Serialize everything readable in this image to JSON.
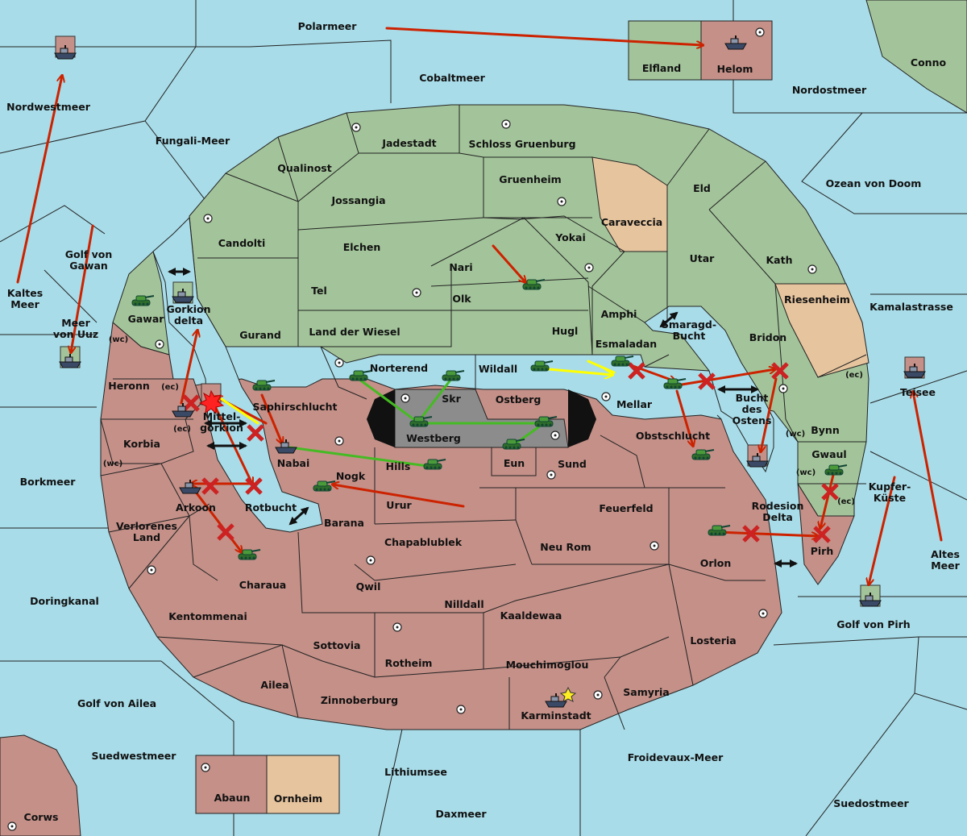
{
  "colors": {
    "sea": "#a8dce8",
    "green_power": "#a3c49a",
    "red_power": "#c49088",
    "tan_power": "#e6c49e",
    "gray_power": "#8c8c8c",
    "move_red": "#cc2200",
    "move_green": "#44bb22",
    "move_yellow": "#ffff00",
    "dislodged_x": "#cc2222"
  },
  "icons": [
    "army-tank-icon",
    "fleet-ship-icon",
    "supply-center-icon",
    "failed-order-x-icon",
    "convoy-arrow-icon",
    "star-icon",
    "explosion-icon"
  ],
  "territories": {
    "polarmeer": "Polarmeer",
    "cobaltmeer": "Cobaltmeer",
    "nordostmeer": "Nordostmeer",
    "conno": "Conno",
    "elfland": "Elfland",
    "helom": "Helom",
    "nordwestmeer": "Nordwestmeer",
    "fungali_meer": "Fungali-Meer",
    "ozean_von_doom": "Ozean von Doom",
    "kamalastrasse": "Kamalastrasse",
    "kaltes_meer": "Kaltes\nMeer",
    "golf_von_gawan": "Golf von\nGawan",
    "meer_von_uuz": "Meer\nvon Uuz",
    "jadestadt": "Jadestadt",
    "schloss_gruenburg": "Schloss Gruenburg",
    "qualinost": "Qualinost",
    "gruenheim": "Gruenheim",
    "jossangia": "Jossangia",
    "caraveccia": "Caraveccia",
    "eld": "Eld",
    "candolti": "Candolti",
    "elchen": "Elchen",
    "yokai": "Yokai",
    "utar": "Utar",
    "kath": "Kath",
    "nari": "Nari",
    "tel": "Tel",
    "olk": "Olk",
    "amphi": "Amphi",
    "riesenheim": "Riesenheim",
    "gawar": "Gawar",
    "gorkion_delta": "Gorkion\ndelta",
    "gurand": "Gurand",
    "land_der_wiesel": "Land der Wiesel",
    "hugl": "Hugl",
    "smaragd_bucht": "Smaragd-\nBucht",
    "bridon": "Bridon",
    "esmaladan": "Esmaladan",
    "heronn": "Heronn",
    "norterend": "Norterend",
    "wildall": "Wildall",
    "saphirschlucht": "Saphirschlucht",
    "skr": "Skr",
    "ostberg": "Ostberg",
    "mellar": "Mellar",
    "bucht_des_ostens": "Bucht\ndes\nOstens",
    "bynn": "Bynn",
    "teisee": "Teisee",
    "mittelgorkion": "Mittel-\ngorkion",
    "korbia": "Korbia",
    "westberg": "Westberg",
    "obstschlucht": "Obstschlucht",
    "nabai": "Nabai",
    "eun": "Eun",
    "sund": "Sund",
    "hills": "Hills",
    "gwaul": "Gwaul",
    "borkmeer": "Borkmeer",
    "nogk": "Nogk",
    "kupfer_kueste": "Kupfer-\nKüste",
    "arkoon": "Arkoon",
    "rotbucht": "Rotbucht",
    "urur": "Urur",
    "feuerfeld": "Feuerfeld",
    "rodesion_delta": "Rodesion\nDelta",
    "barana": "Barana",
    "verlorenes_land": "Verlorenes\nLand",
    "chapablublek": "Chapablublek",
    "neu_rom": "Neu Rom",
    "pirh": "Pirh",
    "altes_meer": "Altes\nMeer",
    "orlon": "Orlon",
    "qwil": "Qwil",
    "charaua": "Charaua",
    "doringkanal": "Doringkanal",
    "nilldall": "Nilldall",
    "kaaldewaa": "Kaaldewaa",
    "golf_von_pirh": "Golf von Pirh",
    "kentommenai": "Kentommenai",
    "losteria": "Losteria",
    "sottovia": "Sottovia",
    "rotheim": "Rotheim",
    "mouchimoglou": "Mouchimoglou",
    "ailea": "Ailea",
    "samyria": "Samyria",
    "golf_von_ailea": "Golf von Ailea",
    "zinnoberburg": "Zinnoberburg",
    "karminstadt": "Karminstadt",
    "suedwestmeer": "Suedwestmeer",
    "froidevaux_meer": "Froidevaux-Meer",
    "lithiumsee": "Lithiumsee",
    "abaun": "Abaun",
    "ornheim": "Ornheim",
    "suedostmeer": "Suedostmeer",
    "daxmeer": "Daxmeer",
    "corws": "Corws"
  },
  "coast_tags": {
    "wc": "(wc)",
    "ec": "(ec)"
  }
}
